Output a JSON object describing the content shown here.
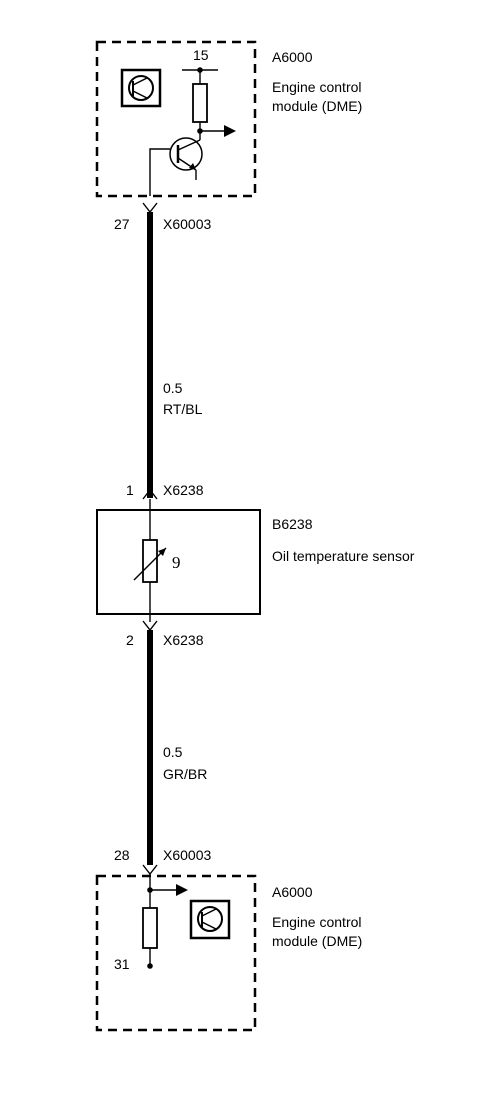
{
  "top_module": {
    "id": "A6000",
    "name_line1": "Engine control",
    "name_line2": "module (DME)",
    "supply_terminal": "15"
  },
  "top_connector": {
    "pin": "27",
    "id": "X60003"
  },
  "wire_1": {
    "cross_section": "0.5",
    "color_code": "RT/BL"
  },
  "sensor_connector_pin1": {
    "pin": "1",
    "id": "X6238"
  },
  "sensor": {
    "id": "B6238",
    "name": "Oil temperature sensor",
    "symbol": "9"
  },
  "sensor_connector_pin2": {
    "pin": "2",
    "id": "X6238"
  },
  "wire_2": {
    "cross_section": "0.5",
    "color_code": "GR/BR"
  },
  "bottom_connector": {
    "pin": "28",
    "id": "X60003"
  },
  "bottom_module": {
    "id": "A6000",
    "name_line1": "Engine control",
    "name_line2": "module (DME)",
    "ground_terminal": "31"
  },
  "colors": {
    "line": "#000000",
    "background": "#ffffff"
  }
}
